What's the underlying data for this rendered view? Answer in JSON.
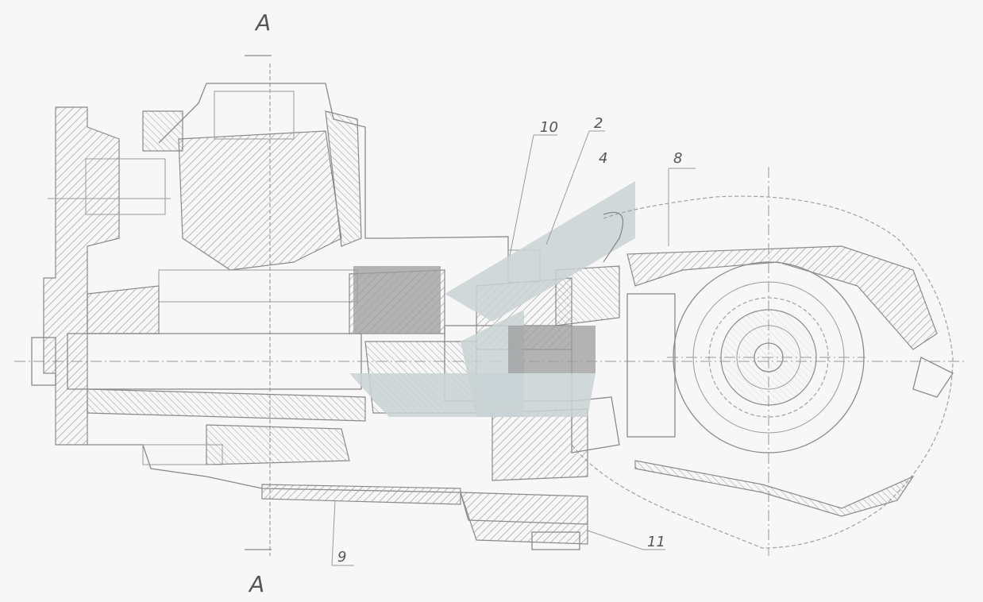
{
  "drawing": {
    "section_letter_top": "A",
    "section_letter_bottom": "A",
    "callouts": {
      "c10": "10",
      "c2": "2",
      "c4": "4",
      "c8": "8",
      "c9": "9",
      "c11": "11"
    }
  },
  "watermark": {
    "colors": {
      "light": "#c9d2d3",
      "dark": "#9c9c9c"
    }
  }
}
